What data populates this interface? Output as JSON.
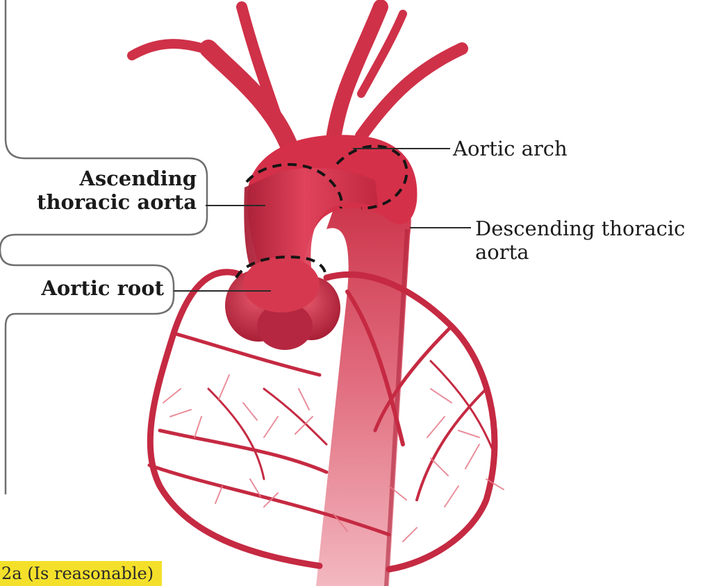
{
  "labels": {
    "ascending": [
      "Ascending",
      "thoracic aorta"
    ],
    "root": "Aortic root",
    "arch": "Aortic arch",
    "descending": [
      "Descending thoracic",
      "aorta"
    ]
  },
  "badge": "2a (Is reasonable)",
  "colors": {
    "vessel": "#d8324c",
    "vessel_dark": "#a81f36",
    "vessel_light": "#ef8a98",
    "outline": "#6a6a6a",
    "badge": "#f4e02a"
  }
}
